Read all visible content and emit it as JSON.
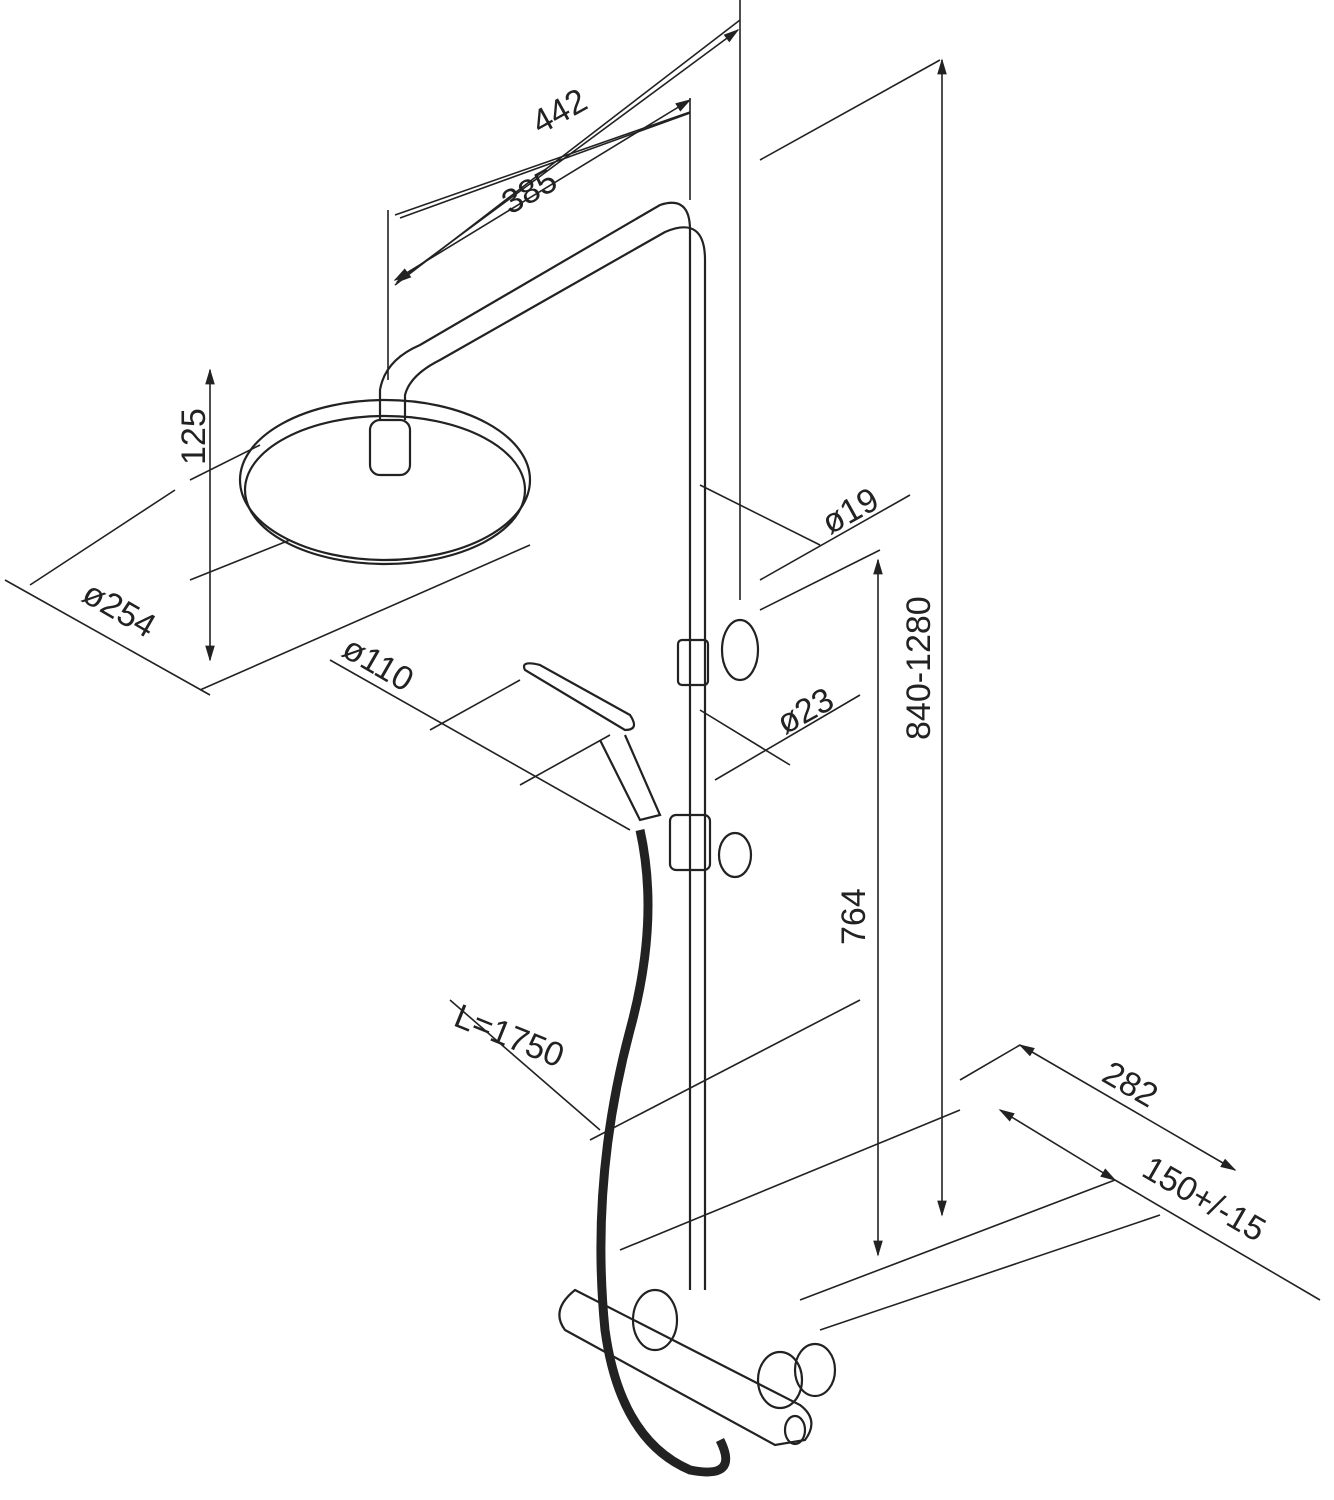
{
  "dimensions": {
    "arm_outer": "442",
    "arm_inner": "385",
    "head_height": "125",
    "head_diameter": "ø254",
    "pipe_diameter": "ø19",
    "hand_shower_diameter": "ø110",
    "rail_diameter": "ø23",
    "total_height": "840-1280",
    "rail_height": "764",
    "hose_length": "L=1750",
    "depth": "282",
    "inlet_spacing": "150+/-15"
  }
}
